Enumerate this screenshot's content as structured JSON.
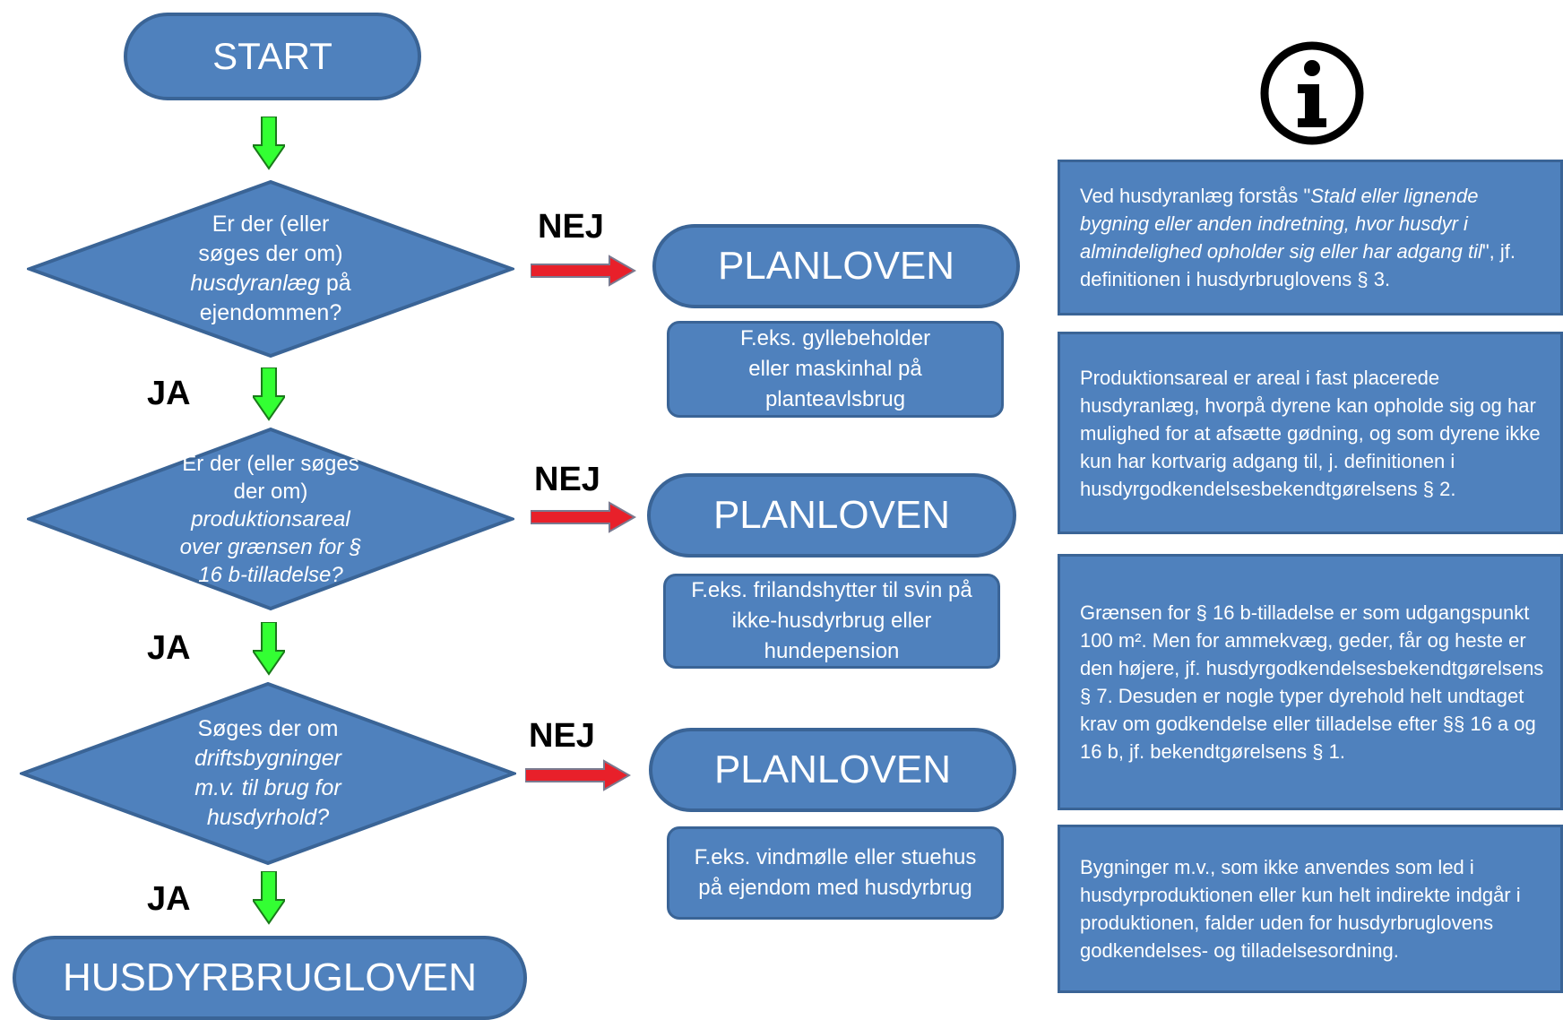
{
  "start": "START",
  "end": "HUSDYRBRUGLOVEN",
  "ja_label": "JA",
  "nej_label": "NEJ",
  "questions": [
    {
      "pre": "Er der (eller søges der om)",
      "italic": "husdyranlæg",
      "post": "på ejendommen?"
    },
    {
      "pre": "Er der (eller søges der om)",
      "italic": "produktionsareal over grænsen for § 16 b-tilladelse?",
      "post": ""
    },
    {
      "pre": "Søges der om",
      "italic": "driftsbygninger m.v. til brug for husdyrhold?",
      "post": ""
    }
  ],
  "outcomes": [
    {
      "label": "PLANLOVEN",
      "example": "F.eks. gyllebeholder eller maskinhal på planteavlsbrug"
    },
    {
      "label": "PLANLOVEN",
      "example": "F.eks. frilandshytter til svin på ikke-husdyrbrug eller hundepension"
    },
    {
      "label": "PLANLOVEN",
      "example": "F.eks. vindmølle eller stuehus på ejendom med husdyrbrug"
    }
  ],
  "info_icon": "info-icon",
  "info": [
    {
      "pre": "Ved husdyranlæg forstås \"",
      "italic": "Stald eller lignende bygning eller anden indretning, hvor husdyr i almindelighed opholder sig eller har adgang til",
      "post": "\", jf. definitionen i husdyrbruglovens § 3."
    },
    {
      "text": "Produktionsareal er areal i fast placerede husdyranlæg, hvorpå dyrene kan opholde sig og har mulighed for at afsætte gødning, og som dyrene ikke kun har kortvarig adgang til, j. definitionen i husdyrgodkendelsesbekendtgørelsens § 2."
    },
    {
      "text": "Grænsen for § 16 b-tilladelse er som udgangspunkt 100 m². Men for ammekvæg, geder, får og heste er den højere, jf. husdyrgodkendelsesbekendtgørelsens § 7. Desuden er nogle typer dyrehold helt undtaget krav om godkendelse eller tilladelse efter §§ 16 a og 16 b, jf. bekendtgørelsens § 1."
    },
    {
      "text": "Bygninger m.v., som ikke anvendes som led i husdyrproduktionen eller kun helt indirekte indgår i produktionen, falder uden for husdyrbruglovens godkendelses- og tilladelsesordning."
    }
  ],
  "colors": {
    "box_fill": "#4f81bd",
    "box_border": "#3a6496",
    "yes_arrow": "#33ff33",
    "no_arrow": "#e8202a"
  }
}
